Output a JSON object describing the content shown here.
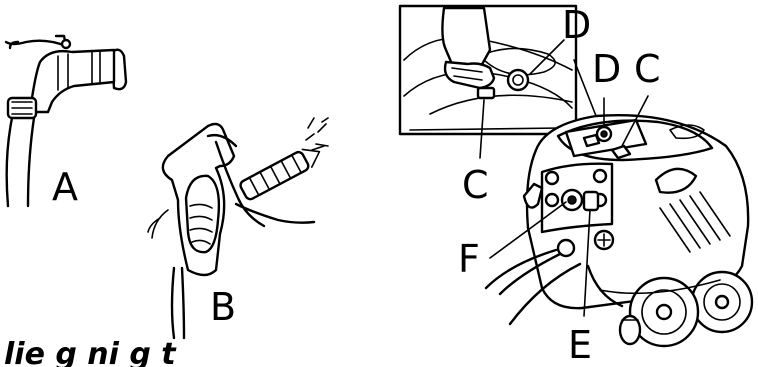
{
  "labels": {
    "a": "A",
    "b": "B",
    "c_inset": "C",
    "c_top": "C",
    "d_inset": "D",
    "d_top": "D",
    "e": "E",
    "f": "F"
  },
  "heading_fragment": "lie g ni g t",
  "colors": {
    "ink": "#000000",
    "paper": "#ffffff"
  }
}
